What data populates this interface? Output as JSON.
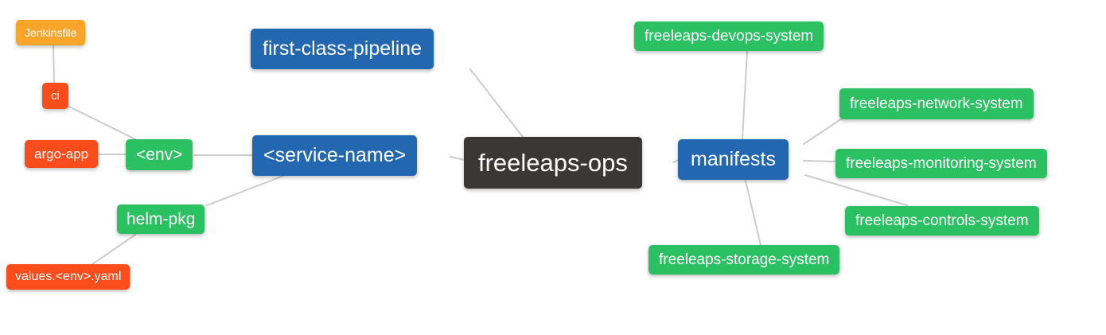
{
  "diagram": {
    "type": "mindmap",
    "background": "#ffffff",
    "colors": {
      "root": "#3b3735",
      "branch": "#2367b1",
      "leaf_green": "#2bc162",
      "leaf_red": "#fb4d1c",
      "leaf_orange": "#f9a52a",
      "connector": "#cccccc",
      "text": "#ffffff"
    },
    "nodes": {
      "root": {
        "label": "freeleaps-ops",
        "color": "#3b3735"
      },
      "first_class_pipeline": {
        "label": "first-class-pipeline",
        "color": "#2367b1"
      },
      "service_name": {
        "label": "<service-name>",
        "color": "#2367b1"
      },
      "env": {
        "label": "<env>",
        "color": "#2bc162"
      },
      "ci": {
        "label": "ci",
        "color": "#fb4d1c"
      },
      "jenkinsfile": {
        "label": "Jenkinsfile",
        "color": "#f9a52a"
      },
      "argo_app": {
        "label": "argo-app",
        "color": "#fb4d1c"
      },
      "helm_pkg": {
        "label": "helm-pkg",
        "color": "#2bc162"
      },
      "values_env_yaml": {
        "label": "values.<env>.yaml",
        "color": "#fb4d1c"
      },
      "manifests": {
        "label": "manifests",
        "color": "#2367b1"
      },
      "devops_system": {
        "label": "freeleaps-devops-system",
        "color": "#2bc162"
      },
      "network_system": {
        "label": "freeleaps-network-system",
        "color": "#2bc162"
      },
      "monitoring_system": {
        "label": "freeleaps-monitoring-system",
        "color": "#2bc162"
      },
      "controls_system": {
        "label": "freeleaps-controls-system",
        "color": "#2bc162"
      },
      "storage_system": {
        "label": "freeleaps-storage-system",
        "color": "#2bc162"
      }
    },
    "edges": [
      {
        "from": "jenkinsfile",
        "to": "ci"
      },
      {
        "from": "ci",
        "to": "env"
      },
      {
        "from": "argo_app",
        "to": "env"
      },
      {
        "from": "env",
        "to": "service_name"
      },
      {
        "from": "helm_pkg",
        "to": "service_name"
      },
      {
        "from": "values_env_yaml",
        "to": "helm_pkg"
      },
      {
        "from": "first_class_pipeline",
        "to": "root"
      },
      {
        "from": "service_name",
        "to": "root"
      },
      {
        "from": "root",
        "to": "manifests"
      },
      {
        "from": "manifests",
        "to": "devops_system"
      },
      {
        "from": "manifests",
        "to": "network_system"
      },
      {
        "from": "manifests",
        "to": "monitoring_system"
      },
      {
        "from": "manifests",
        "to": "controls_system"
      },
      {
        "from": "manifests",
        "to": "storage_system"
      }
    ]
  }
}
